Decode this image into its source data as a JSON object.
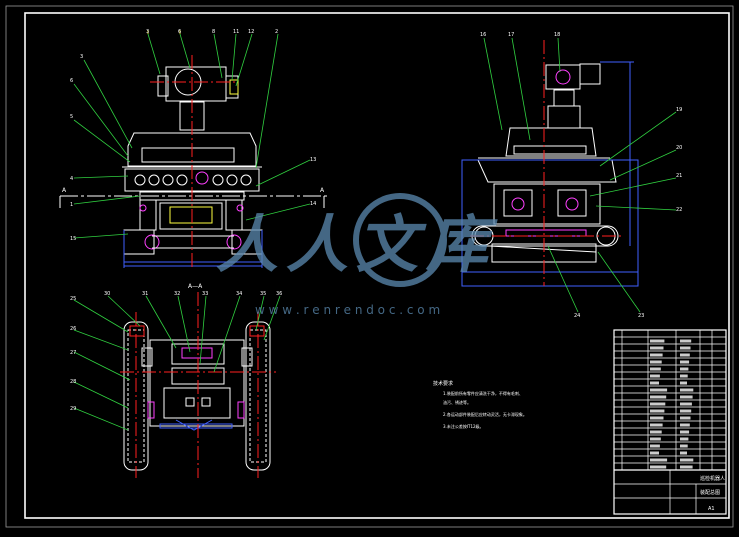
{
  "colors": {
    "background": "#000000",
    "frame": "#ffffff",
    "part_outline": "#ffffff",
    "centerline": "#ff2020",
    "leader": "#30d040",
    "dimension": "#4060ff",
    "accent_magenta": "#ff40ff",
    "accent_yellow": "#ffff40",
    "title_block_text": "#ffffff",
    "watermark": "#5b8ab0"
  },
  "section_marker": {
    "left": "A",
    "right": "A"
  },
  "section_view_title": "A—A",
  "balloons": {
    "front_view": [
      "3",
      "6",
      "8",
      "11",
      "12",
      "2",
      "3",
      "6",
      "5",
      "4",
      "1",
      "13",
      "14",
      "15"
    ],
    "side_view": [
      "16",
      "17",
      "18",
      "19",
      "20",
      "21",
      "22",
      "23",
      "24"
    ],
    "section_view": [
      "25",
      "26",
      "27",
      "28",
      "29",
      "30",
      "31",
      "32",
      "33",
      "34",
      "35",
      "36"
    ]
  },
  "notes": {
    "heading": "技术要求",
    "lines": [
      "1.装配前所有零件应清洗干净，不得有毛刺、",
      "   油污、锈迹等。",
      "2.各运动部件装配后应转动灵活，无卡滞现象。",
      "3.未注公差按IT12级。"
    ]
  },
  "title_block": {
    "drawing_name": "巡检机器人",
    "drawing_code": "装配总图",
    "sheet_label": "A1"
  },
  "watermark": {
    "text": "人人文库",
    "url": "w w w . r e n r e n d o c . c o m"
  }
}
